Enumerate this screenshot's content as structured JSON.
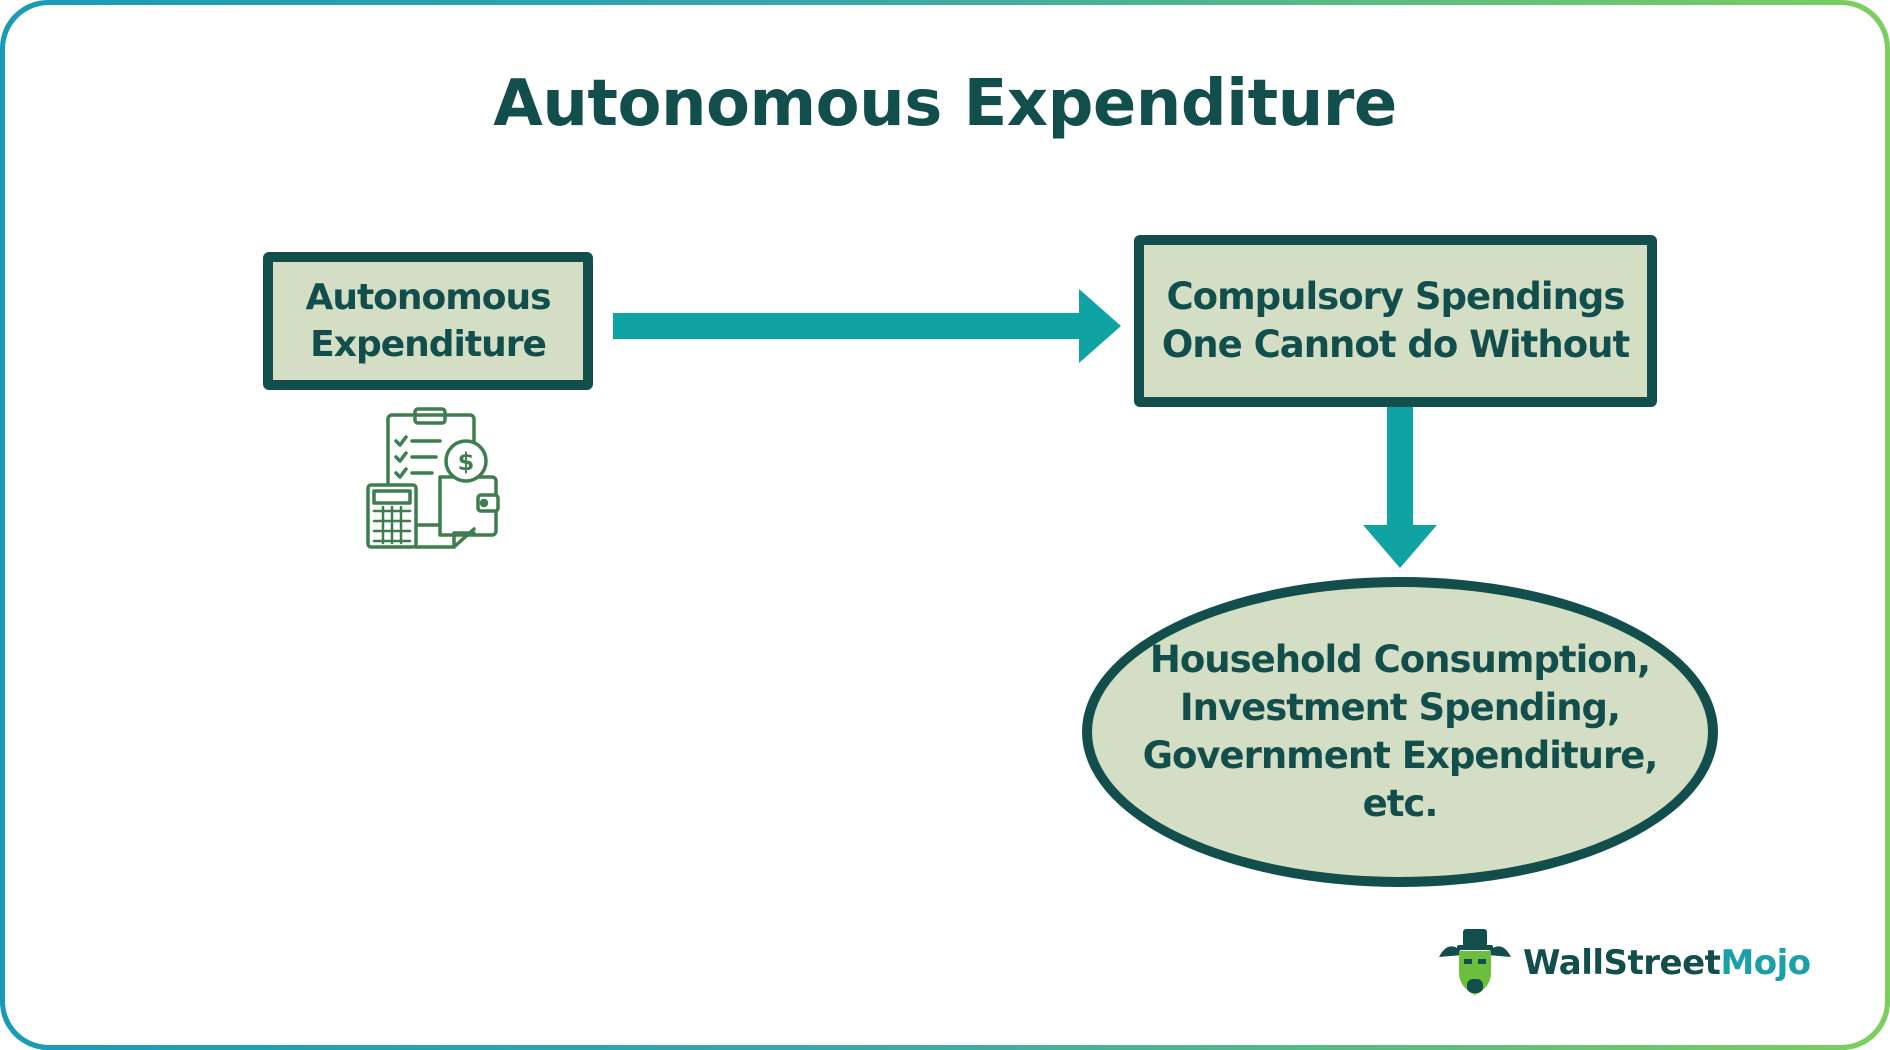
{
  "title": "Autonomous Expenditure",
  "nodes": {
    "source": {
      "line1": "Autonomous",
      "line2": "Expenditure"
    },
    "middle": {
      "line1": "Compulsory Spendings",
      "line2": "One Cannot do Without"
    },
    "outcome": {
      "line1": "Household Consumption,",
      "line2": "Investment Spending,",
      "line3": "Government Expenditure,",
      "line4": "etc."
    }
  },
  "icons": {
    "source_icon": "budget-expense-icon",
    "logo_icon": "wallstreetmojo-bull-icon"
  },
  "logo": {
    "part1": "WallStreet",
    "part2": "Mojo"
  },
  "colors": {
    "dark_teal": "#124e4c",
    "arrow_teal": "#0fa3a3",
    "box_fill": "#d3dec5",
    "icon_green": "#3e7d4e",
    "logo_mojo": "#1aa0a6"
  }
}
